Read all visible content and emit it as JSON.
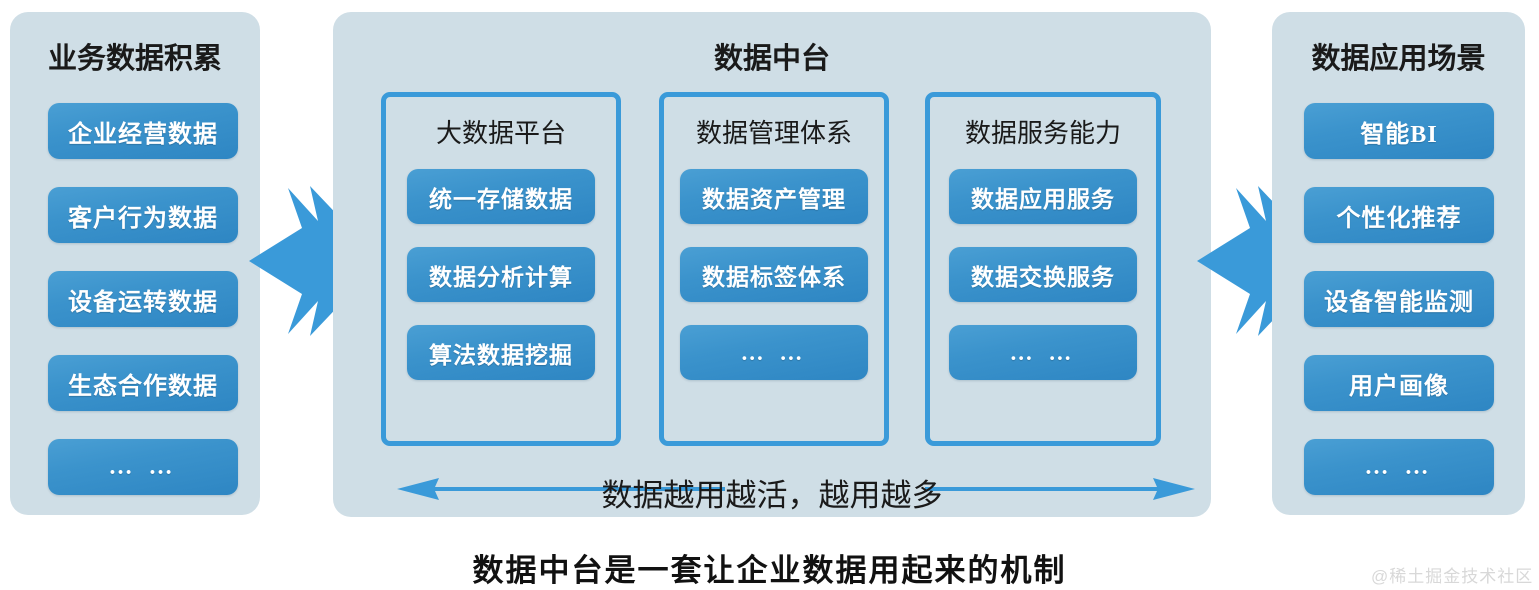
{
  "colors": {
    "panel_bg": "#cfdee6",
    "pill_blue": "#3b93cc",
    "card_border": "#3a9ad9",
    "arrow_blue": "#3a9ad9",
    "page_bg": "#ffffff",
    "text_dark": "#1a1a1a",
    "pill_text": "#ffffff",
    "watermark": "#d8d8d8"
  },
  "left_panel": {
    "title": "业务数据积累",
    "items": [
      {
        "label": "企业经营数据"
      },
      {
        "label": "客户行为数据"
      },
      {
        "label": "设备运转数据"
      },
      {
        "label": "生态合作数据"
      },
      {
        "label": "…  …"
      }
    ]
  },
  "center_panel": {
    "title": "数据中台",
    "cards": [
      {
        "title": "大数据平台",
        "items": [
          {
            "label": "统一存储数据"
          },
          {
            "label": "数据分析计算"
          },
          {
            "label": "算法数据挖掘"
          }
        ]
      },
      {
        "title": "数据管理体系",
        "items": [
          {
            "label": "数据资产管理"
          },
          {
            "label": "数据标签体系"
          },
          {
            "label": "…  …"
          }
        ]
      },
      {
        "title": "数据服务能力",
        "items": [
          {
            "label": "数据应用服务"
          },
          {
            "label": "数据交换服务"
          },
          {
            "label": "…  …"
          }
        ]
      }
    ],
    "flow_label": "数据越用越活，越用越多"
  },
  "right_panel": {
    "title": "数据应用场景",
    "items": [
      {
        "label": "智能BI"
      },
      {
        "label": "个性化推荐"
      },
      {
        "label": "设备智能监测"
      },
      {
        "label": "用户画像"
      },
      {
        "label": "…  …"
      }
    ]
  },
  "caption": "数据中台是一套让企业数据用起来的机制",
  "watermark": "@稀土掘金技术社区",
  "icons": {
    "arrow_left_to_center": "chevron-right-arrow-icon",
    "arrow_center_to_right": "chevron-right-arrow-icon",
    "flow_arrow": "double-headed-arrow-icon"
  }
}
